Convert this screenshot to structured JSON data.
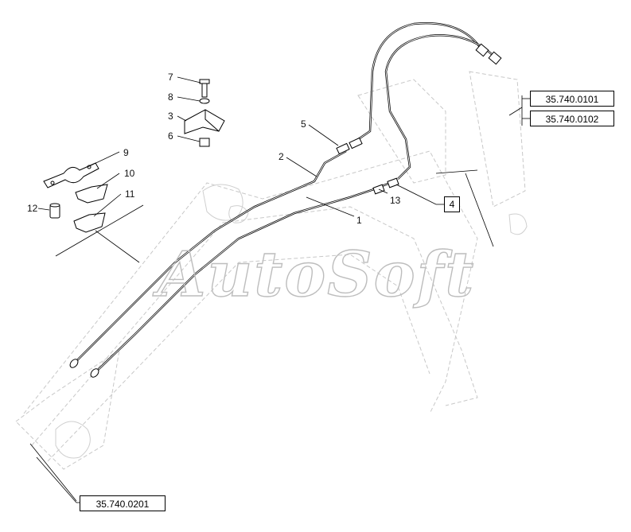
{
  "watermark": "AutoSoft",
  "callouts": {
    "c1": "1",
    "c2": "2",
    "c3": "3",
    "c4": "4",
    "c5": "5",
    "c6": "6",
    "c7": "7",
    "c8": "8",
    "c9": "9",
    "c10": "10",
    "c11": "11",
    "c12": "12",
    "c13": "13"
  },
  "refs": {
    "ref1": "35.740.0101",
    "ref2": "35.740.0102",
    "ref3": "35.740.0201"
  },
  "colors": {
    "line": "#000000",
    "ghost": "#c8c8c8",
    "watermark": "#bdbdbd"
  }
}
